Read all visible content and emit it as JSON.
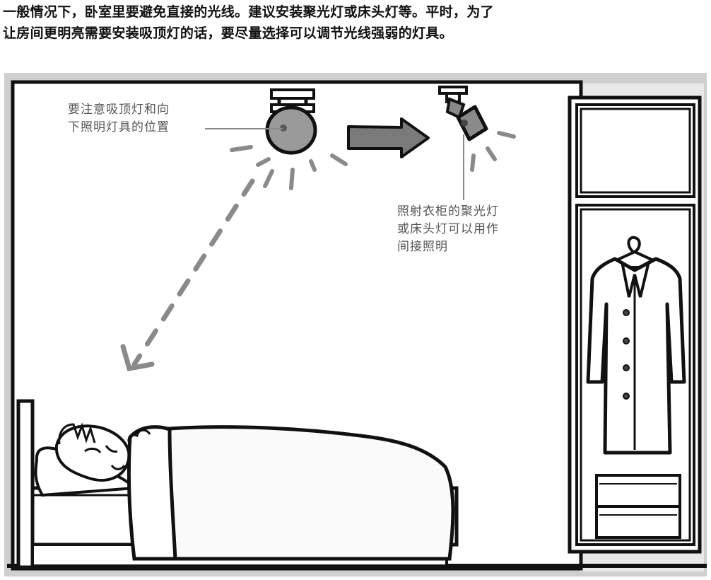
{
  "intro": {
    "line1": "一般情况下，卧室里要避免直接的光线。建议安装聚光灯或床头灯等。平时，为了",
    "line2": "让房间更明亮需要安装吸顶灯的话，要尽量选择可以调节光线强弱的灯具。"
  },
  "annotations": {
    "ceiling_light": {
      "line1": "要注意吸顶灯和向",
      "line2": "下照明灯具的位置"
    },
    "spotlight": {
      "line1": "照射衣柜的聚光灯",
      "line2": "或床头灯可以用作",
      "line3": "间接照明"
    }
  },
  "colors": {
    "ink": "#111111",
    "lamp_fill": "#9a9a9a",
    "arrow_fill": "#7a7a7a",
    "ray": "#8a8a8a",
    "wall": "#cfcfcf",
    "leader_line": "#888888"
  },
  "icons": [
    "ceiling-light-icon",
    "spotlight-icon",
    "arrow-right-icon",
    "bed-icon",
    "sleeping-person-icon",
    "wardrobe-icon",
    "coat-icon"
  ]
}
